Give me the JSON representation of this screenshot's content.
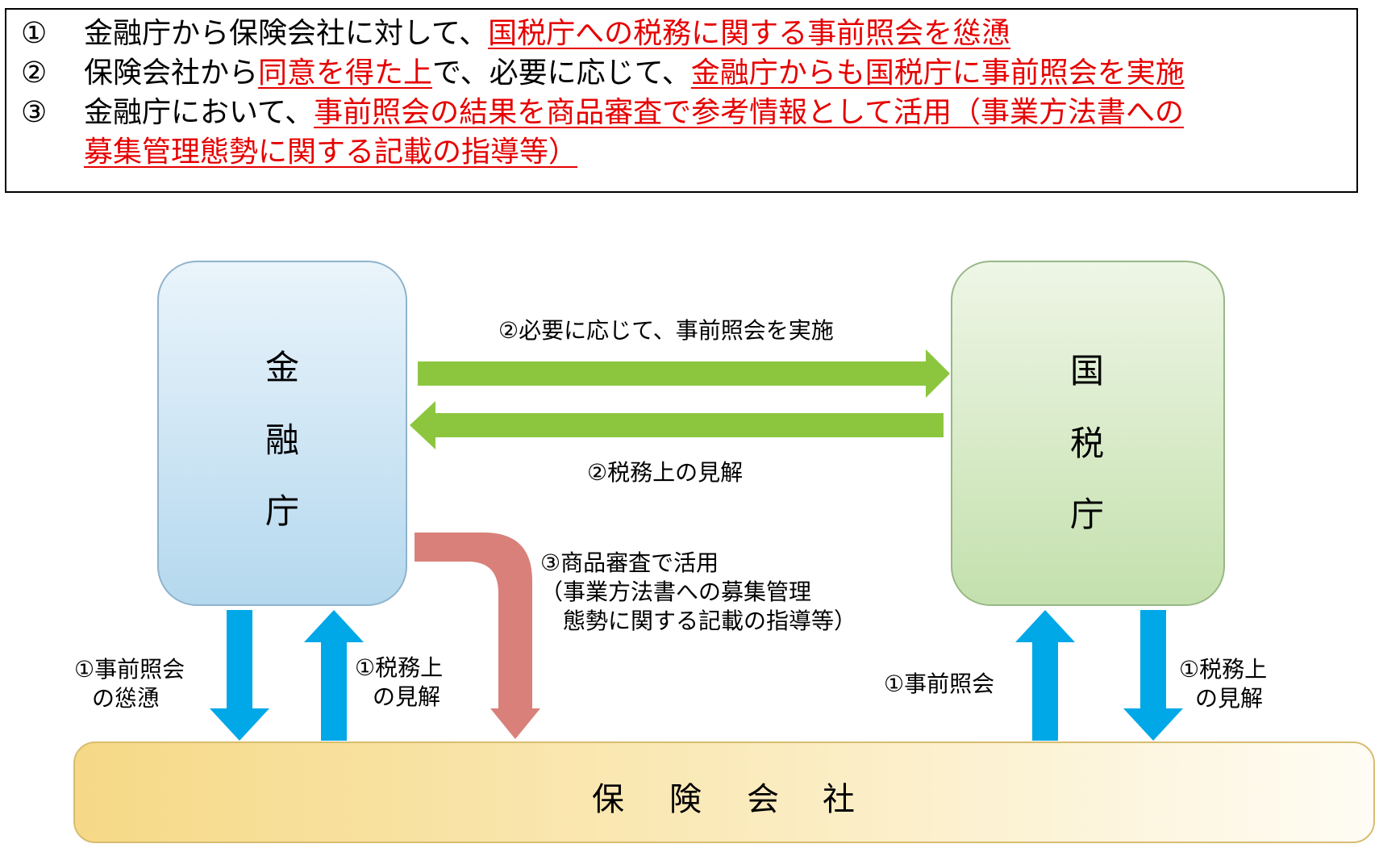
{
  "notes": [
    {
      "num": "①",
      "parts": [
        {
          "text": "金融庁から保険会社に対して、",
          "red": false
        },
        {
          "text": "国税庁への税務に関する事前照会を慫慂",
          "red": true
        }
      ]
    },
    {
      "num": "②",
      "parts": [
        {
          "text": "保険会社から",
          "red": false
        },
        {
          "text": "同意を得た上",
          "red": true
        },
        {
          "text": "で、必要に応じて、",
          "red": false
        },
        {
          "text": "金融庁からも国税庁に事前照会を実施",
          "red": true
        }
      ]
    },
    {
      "num": "③",
      "parts": [
        {
          "text": "金融庁において、",
          "red": false
        },
        {
          "text": "事前照会の結果を商品審査で参考情報として活用（事業方法書への",
          "red": true
        }
      ]
    },
    {
      "num": "",
      "parts": [
        {
          "text": "募集管理態勢に関する記載の指導等）",
          "red": true
        }
      ]
    }
  ],
  "nodes": {
    "fsa": {
      "chars": [
        "金",
        "融",
        "庁"
      ]
    },
    "nta": {
      "chars": [
        "国",
        "税",
        "庁"
      ]
    },
    "insurer": {
      "chars": [
        "保",
        "険",
        "会",
        "社"
      ]
    }
  },
  "edges": {
    "fsa_to_nta": "②必要に応じて、事前照会を実施",
    "nta_to_fsa": "②税務上の見解",
    "review": [
      "③商品審査で活用",
      "（事業方法書への募集管理",
      "　態勢に関する記載の指導等）"
    ],
    "fsa_down": [
      "①事前照会",
      "の慫慂"
    ],
    "fsa_up": [
      "①税務上",
      "の見解"
    ],
    "nta_up": "①事前照会",
    "nta_down": [
      "①税務上",
      "の見解"
    ]
  },
  "colors": {
    "red_text": "#e60000",
    "green_arrow": "#8cc63f",
    "blue_arrow": "#00a8e8",
    "pink_arrow": "#d9807a"
  }
}
